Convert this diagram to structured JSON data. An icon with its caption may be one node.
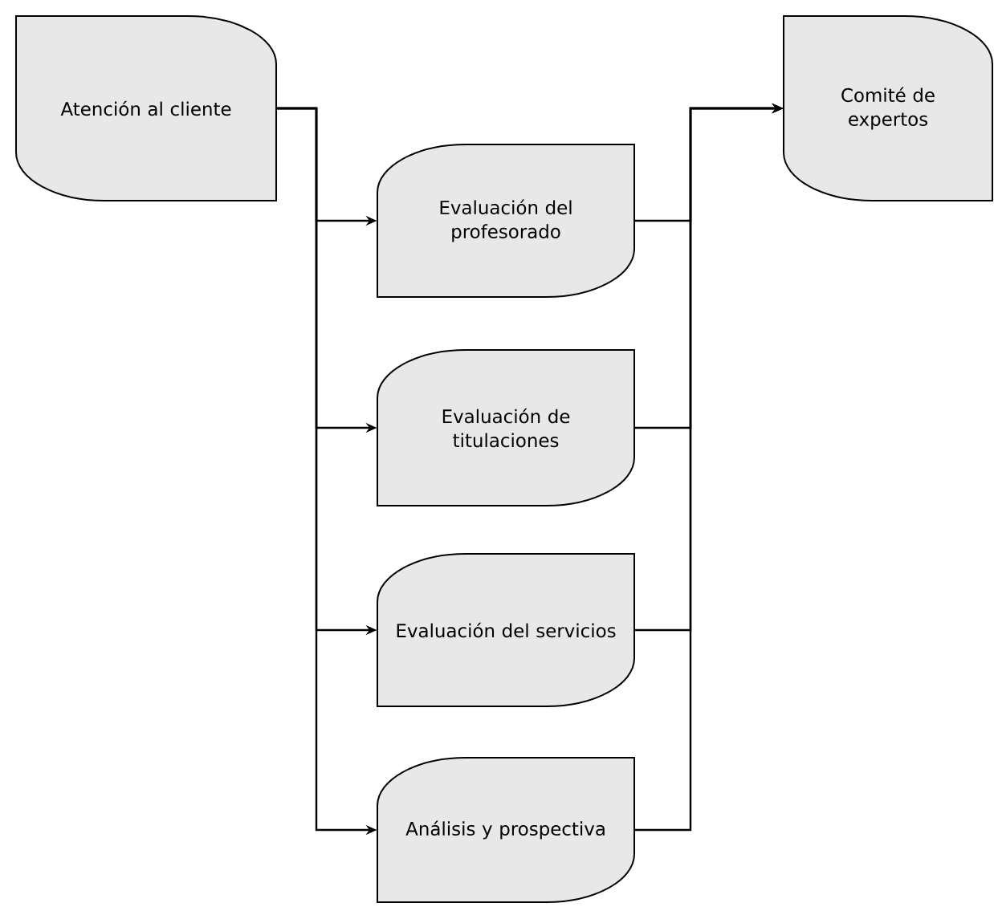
{
  "diagram": {
    "nodes": [
      {
        "text": [
          "Atención al cliente"
        ]
      },
      {
        "text": [
          "Evaluación del profesorado"
        ]
      },
      {
        "text": [
          "Evaluación de titulaciones"
        ]
      },
      {
        "text": [
          "Evaluación del servicios"
        ]
      },
      {
        "text": [
          "Análisis y prospectiva"
        ]
      },
      {
        "text": [
          "Comité de expertos"
        ]
      }
    ],
    "edges": [
      {
        "from": 0,
        "to": 1,
        "arrow": "to"
      },
      {
        "from": 0,
        "to": 2,
        "arrow": "to"
      },
      {
        "from": 0,
        "to": 3,
        "arrow": "to"
      },
      {
        "from": 0,
        "to": 4,
        "arrow": "to"
      },
      {
        "from": 1,
        "to": 5,
        "arrow": "to"
      },
      {
        "from": 2,
        "to": 5,
        "arrow": "to"
      },
      {
        "from": 3,
        "to": 5,
        "arrow": "to"
      },
      {
        "from": 4,
        "to": 5,
        "arrow": "to"
      }
    ]
  }
}
